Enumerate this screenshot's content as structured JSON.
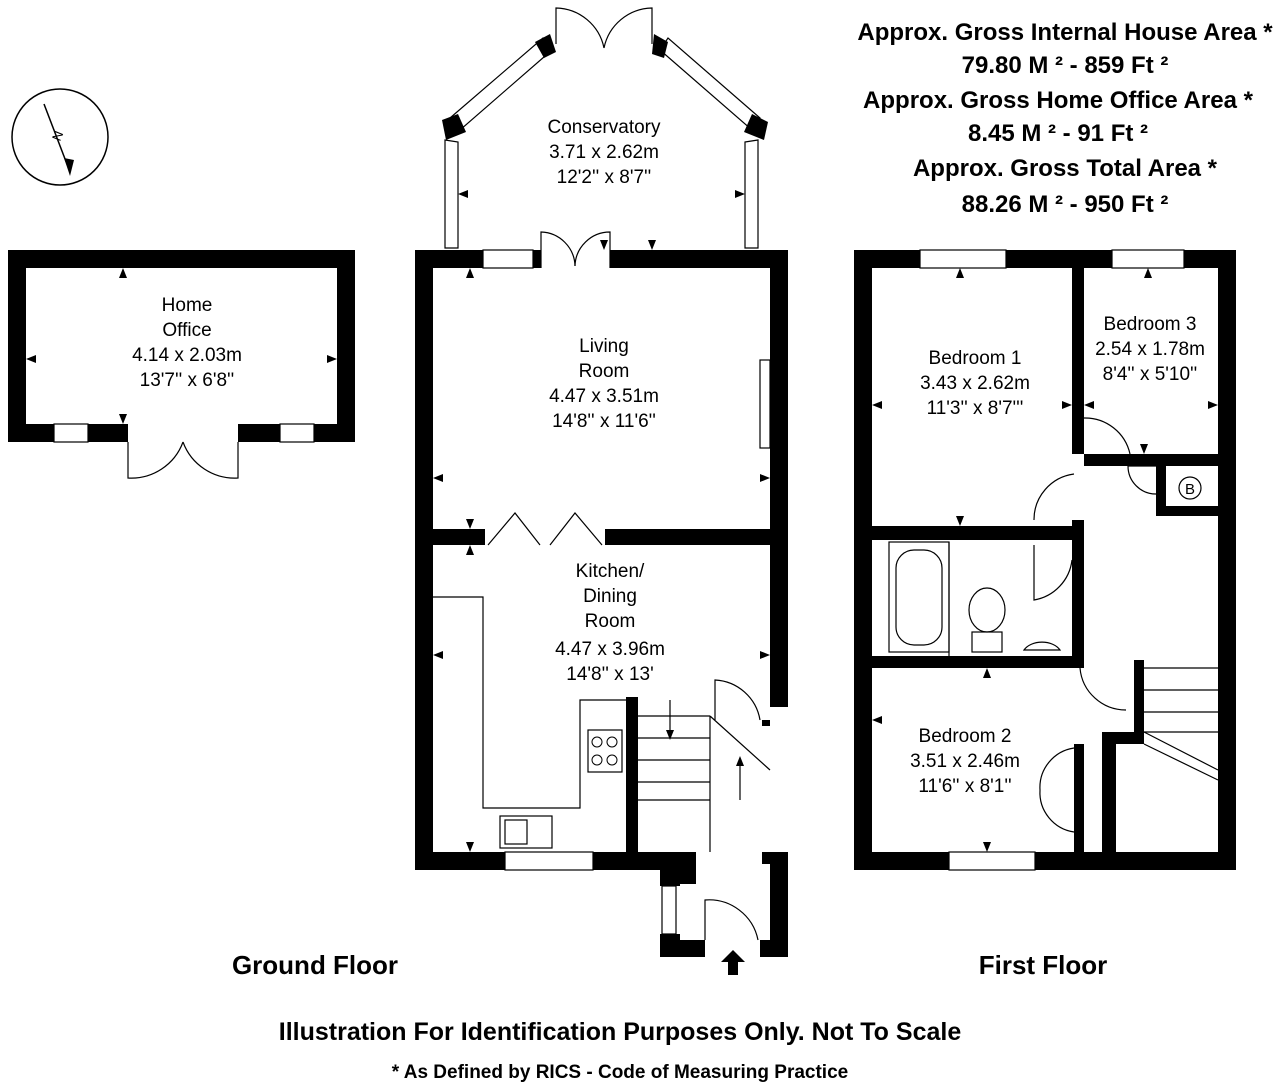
{
  "areas": {
    "line1": "Approx. Gross Internal House Area *",
    "line2": "79.80 M ² - 859 Ft ²",
    "line3": "Approx. Gross Home Office Area *",
    "line4": "8.45 M ² - 91 Ft ²",
    "line5": "Approx. Gross Total Area *",
    "line6": "88.26 M ² - 950 Ft ²"
  },
  "compass": {
    "letter": "N"
  },
  "rooms": {
    "home_office": {
      "name1": "Home",
      "name2": "Office",
      "metric": "4.14 x 2.03m",
      "imperial": "13'7'' x 6'8''"
    },
    "conservatory": {
      "name1": "Conservatory",
      "metric": "3.71 x 2.62m",
      "imperial": "12'2'' x 8'7''"
    },
    "living_room": {
      "name1": "Living",
      "name2": "Room",
      "metric": "4.47 x 3.51m",
      "imperial": "14'8'' x 11'6''"
    },
    "kitchen": {
      "name1": "Kitchen/",
      "name2": "Dining",
      "name3": "Room",
      "metric": "4.47 x 3.96m",
      "imperial": "14'8'' x 13'"
    },
    "bedroom1": {
      "name1": "Bedroom 1",
      "metric": "3.43 x 2.62m",
      "imperial": "11'3'' x 8'7'''"
    },
    "bedroom3": {
      "name1": "Bedroom 3",
      "metric": "2.54 x 1.78m",
      "imperial": "8'4'' x 5'10''"
    },
    "bedroom2": {
      "name1": "Bedroom 2",
      "metric": "3.51 x 2.46m",
      "imperial": "11'6'' x 8'1''"
    },
    "boiler": {
      "name1": "B"
    }
  },
  "floors": {
    "ground": "Ground Floor",
    "first": "First Floor"
  },
  "footer": {
    "main": "Illustration For Identification Purposes Only. Not To Scale",
    "sub": "* As Defined by RICS - Code of Measuring Practice"
  }
}
